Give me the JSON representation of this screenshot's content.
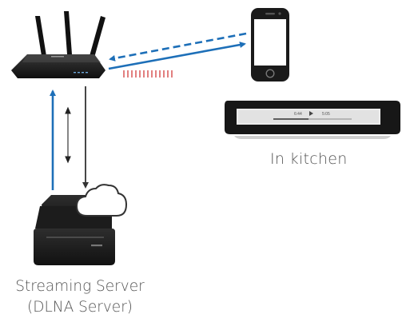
{
  "labels": {
    "kitchen": "In kitchen",
    "server_line1": "Streaming Server",
    "server_line2": "(DLNA Server)"
  },
  "player": {
    "elapsed": "6:44",
    "total": "5:05"
  },
  "colors": {
    "device_dark": "#1a1a1a",
    "link_blue": "#1d6fb8",
    "link_dark": "#333333",
    "signal_red": "#d23c3c",
    "label_text": "#555555"
  },
  "icons": {
    "router": "router-icon",
    "phone": "smartphone-icon",
    "media_player": "media-player-icon",
    "server": "server-drive-icon",
    "cloud": "cloud-icon"
  }
}
